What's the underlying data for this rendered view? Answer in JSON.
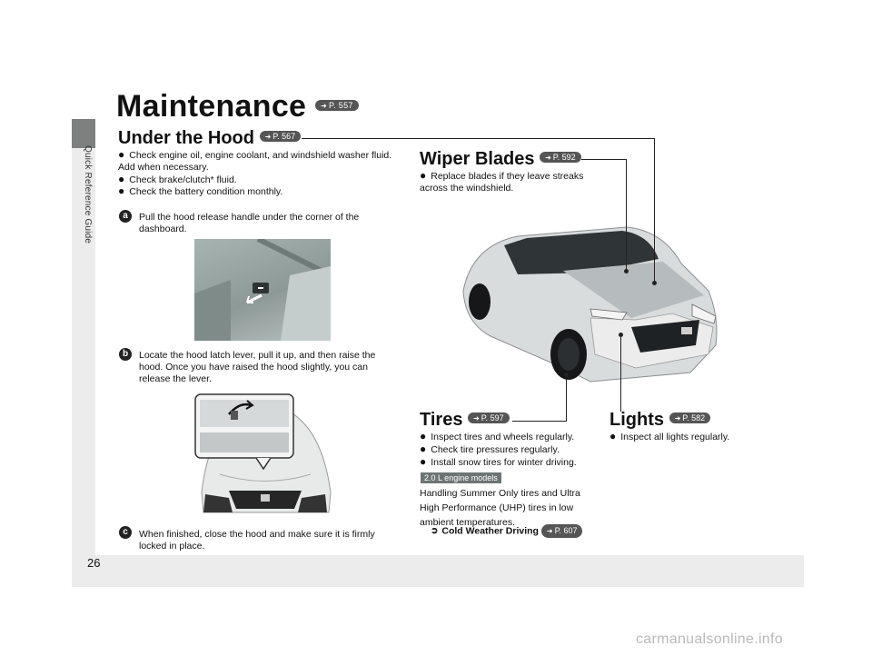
{
  "sidebar": {
    "label": "Quick Reference Guide"
  },
  "page": {
    "number": "26",
    "watermark": "carmanualsonline.info"
  },
  "title": {
    "text": "Maintenance",
    "ref": "P. 557"
  },
  "under_hood": {
    "heading": "Under the Hood",
    "ref": "P. 567",
    "bullets": [
      "Check engine oil, engine coolant, and windshield washer fluid. Add when necessary.",
      "Check brake/clutch* fluid.",
      "Check the battery condition monthly."
    ],
    "steps": [
      {
        "badge": "a",
        "text": "Pull the hood release handle under the corner of the dashboard."
      },
      {
        "badge": "b",
        "text": "Locate the hood latch lever, pull it up, and then raise the hood. Once you have raised the hood slightly, you can release the lever."
      },
      {
        "badge": "c",
        "text": "When finished, close the hood and make sure it is firmly locked in place."
      }
    ]
  },
  "wiper": {
    "heading": "Wiper Blades",
    "ref": "P. 592",
    "bullets": [
      "Replace blades if they leave streaks across the windshield."
    ]
  },
  "tires": {
    "heading": "Tires",
    "ref": "P. 597",
    "bullets": [
      "Inspect tires and wheels regularly.",
      "Check tire pressures regularly.",
      "Install snow tires for winter driving."
    ],
    "engine_tag": "2.0 L engine models",
    "note": "Handling Summer Only tires and Ultra High Performance (UHP) tires in low ambient temperatures.",
    "xref_label": "Cold Weather Driving",
    "xref_ref": "P. 607"
  },
  "lights": {
    "heading": "Lights",
    "ref": "P. 582",
    "bullets": [
      "Inspect all lights regularly."
    ]
  },
  "colors": {
    "sidebar_tab": "#7d807f",
    "band": "#ebeceb",
    "car_body": "#d9dcdd"
  }
}
